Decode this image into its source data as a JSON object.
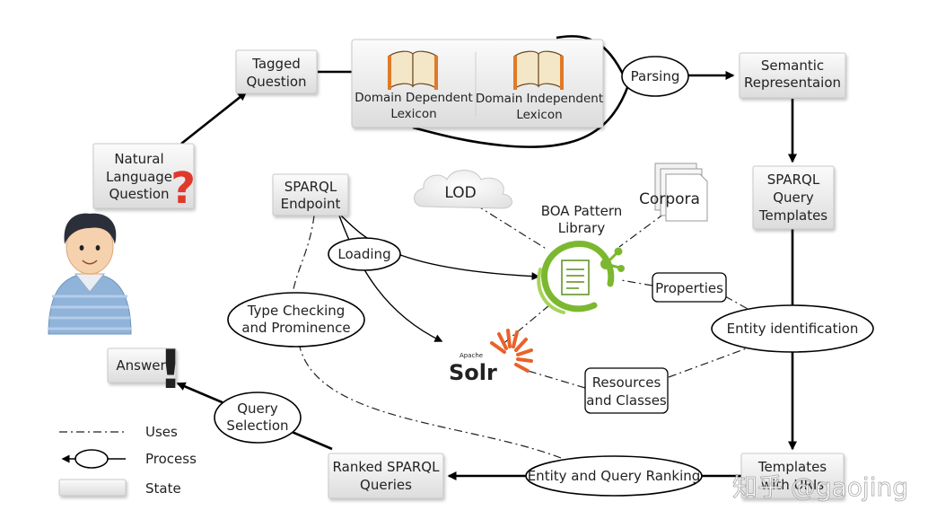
{
  "states": {
    "tagged_question": [
      "Tagged",
      "Question"
    ],
    "natural_language_question": [
      "Natural",
      "Language",
      "Question"
    ],
    "domain_dependent_lexicon": [
      "Domain Dependent",
      "Lexicon"
    ],
    "domain_independent_lexicon": [
      "Domain Independent",
      "Lexicon"
    ],
    "semantic_representation": [
      "Semantic",
      "Representaion"
    ],
    "sparql_query_templates": [
      "SPARQL",
      "Query",
      "Templates"
    ],
    "sparql_endpoint": [
      "SPARQL",
      "Endpoint"
    ],
    "templates_with_uris": [
      "Templates",
      "with URIs"
    ],
    "ranked_sparql_queries": [
      "Ranked SPARQL",
      "Queries"
    ],
    "answer": "Answer"
  },
  "processes": {
    "parsing": "Parsing",
    "loading": "Loading",
    "type_checking": [
      "Type Checking",
      "and Prominence"
    ],
    "entity_identification": "Entity identification",
    "entity_query_ranking": "Entity and Query Ranking",
    "query_selection": [
      "Query",
      "Selection"
    ]
  },
  "resources": {
    "lod": "LOD",
    "corpora": "Corpora",
    "boa": [
      "BOA Pattern",
      "Library"
    ],
    "properties": "Properties",
    "resources_classes": [
      "Resources",
      "and Classes"
    ],
    "solr_small": "Apache",
    "solr": "Solr"
  },
  "symbols": {
    "question_mark": "?",
    "exclamation": "!"
  },
  "legend": {
    "uses": "Uses",
    "process": "Process",
    "state": "State"
  },
  "watermark": "知乎 @gaojing",
  "colors": {
    "boa_green": "#7cb82f",
    "question_red": "#e0382b",
    "solr_orange": "#e8622a",
    "person_shirt": "#8fb3d9",
    "person_hair": "#2b2f3a"
  }
}
